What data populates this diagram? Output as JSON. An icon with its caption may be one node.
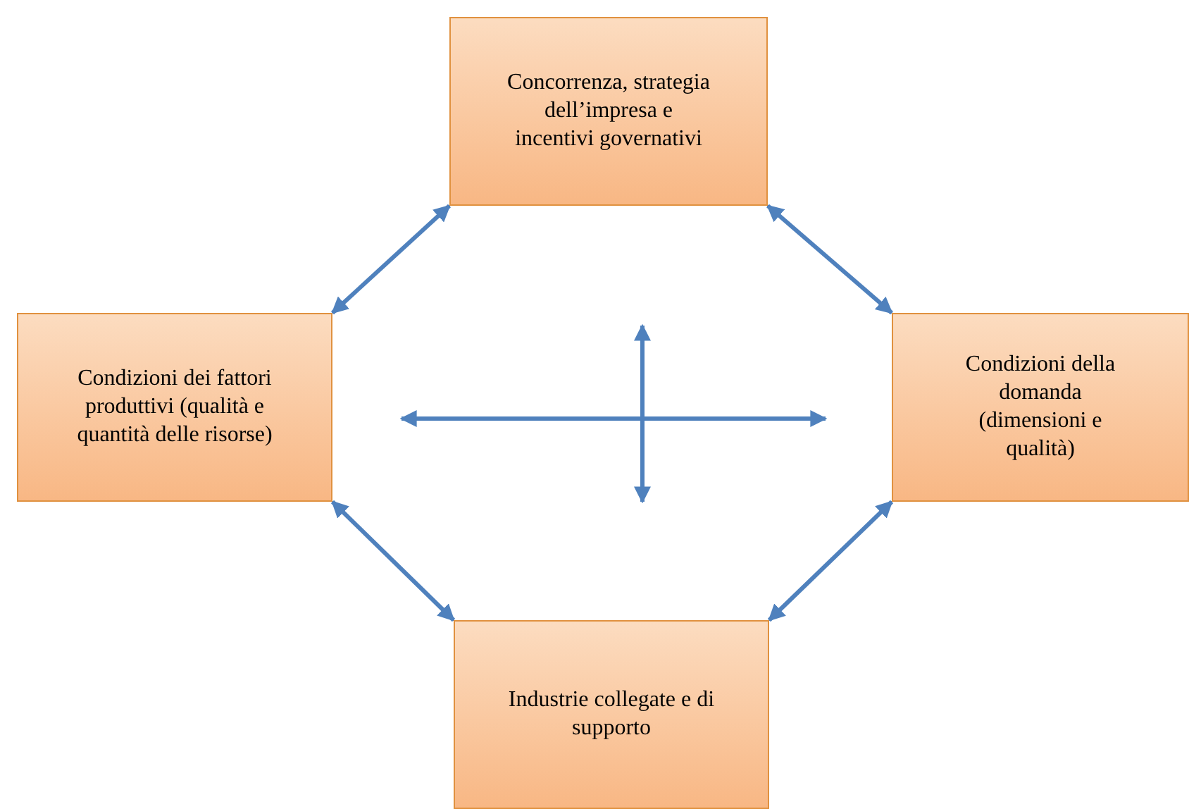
{
  "diagram": {
    "nodes": [
      {
        "text": [
          "Concorrenza, strategia dell’impresa e incentivi governativi"
        ]
      },
      {
        "text": [
          "Condizioni dei fattori produttivi (qualità e quantità delle risorse)"
        ]
      },
      {
        "text": [
          "Condizioni della domanda (dimensioni e qualità)"
        ]
      },
      {
        "text": [
          "Industrie collegate e di supporto"
        ]
      }
    ],
    "edges": [
      {
        "from": 0,
        "to": 1,
        "arrow": "both"
      },
      {
        "from": 0,
        "to": 2,
        "arrow": "both"
      },
      {
        "from": 1,
        "to": 3,
        "arrow": "both"
      },
      {
        "from": 2,
        "to": 3,
        "arrow": "both"
      }
    ]
  }
}
